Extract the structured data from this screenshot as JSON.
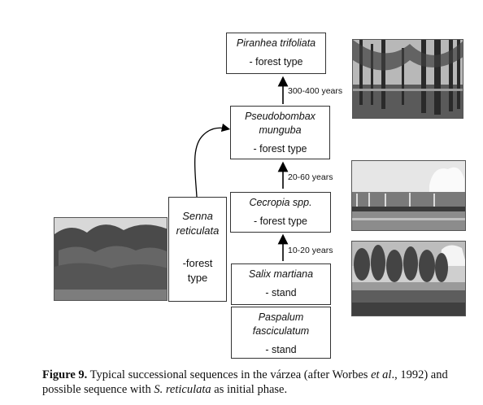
{
  "boxes": {
    "piranhea": {
      "species": "Piranhea trifoliata",
      "type": "- forest type"
    },
    "pseudobombax": {
      "species_line1": "Pseudobombax",
      "species_line2": "munguba",
      "type": "- forest type"
    },
    "cecropia": {
      "species": "Cecropia spp.",
      "type": "- forest type"
    },
    "salix": {
      "species": "Salix martiana",
      "type": "- stand"
    },
    "paspalum": {
      "species_line1": "Paspalum",
      "species_line2": "fasciculatum",
      "type": "- stand"
    },
    "senna": {
      "species_line1": "Senna",
      "species_line2": "reticulata",
      "type_line1": "-forest",
      "type_line2": "type"
    }
  },
  "steps": {
    "top": "300-400 years",
    "middle": "20-60 years",
    "bottom": "10-20 years"
  },
  "caption": {
    "label": "Figure 9.",
    "text1": " Typical successional sequences in the várzea (after Worbes ",
    "etal": "et al",
    "text2": "., 1992) and possible sequence with ",
    "species": "S. reticulata",
    "text3": " as initial phase."
  }
}
